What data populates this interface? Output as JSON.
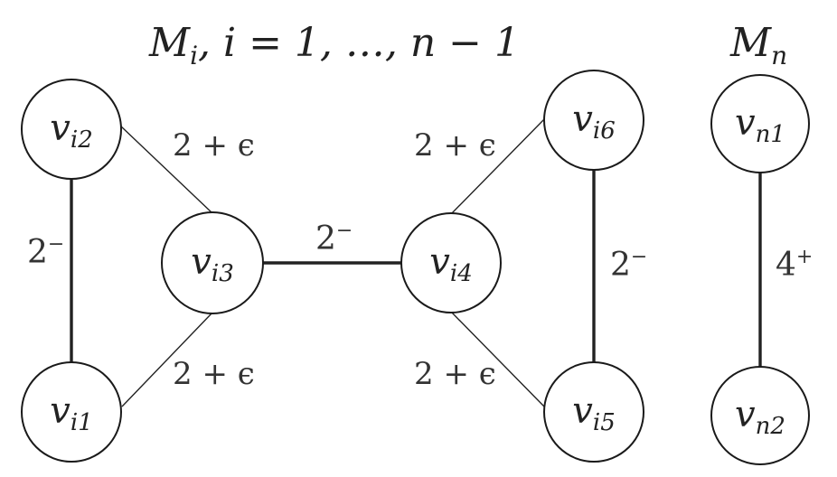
{
  "titles": {
    "left": {
      "main": "M",
      "sub": "i",
      "rest": ", i = 1, …, n − 1"
    },
    "right": {
      "main": "M",
      "sub": "n"
    }
  },
  "nodes": {
    "vi1": {
      "main": "v",
      "sub": "i1"
    },
    "vi2": {
      "main": "v",
      "sub": "i2"
    },
    "vi3": {
      "main": "v",
      "sub": "i3"
    },
    "vi4": {
      "main": "v",
      "sub": "i4"
    },
    "vi5": {
      "main": "v",
      "sub": "i5"
    },
    "vi6": {
      "main": "v",
      "sub": "i6"
    },
    "vn1": {
      "main": "v",
      "sub": "n1"
    },
    "vn2": {
      "main": "v",
      "sub": "n2"
    }
  },
  "edges": {
    "vi2_vi1": {
      "base": "2",
      "sup": "−"
    },
    "vi2_vi3": {
      "text": "2 + ϵ"
    },
    "vi1_vi3": {
      "text": "2 + ϵ"
    },
    "vi3_vi4": {
      "base": "2",
      "sup": "−"
    },
    "vi4_vi6": {
      "text": "2 + ϵ"
    },
    "vi4_vi5": {
      "text": "2 + ϵ"
    },
    "vi6_vi5": {
      "base": "2",
      "sup": "−"
    },
    "vn1_vn2": {
      "base": "4",
      "sup": "+"
    }
  }
}
